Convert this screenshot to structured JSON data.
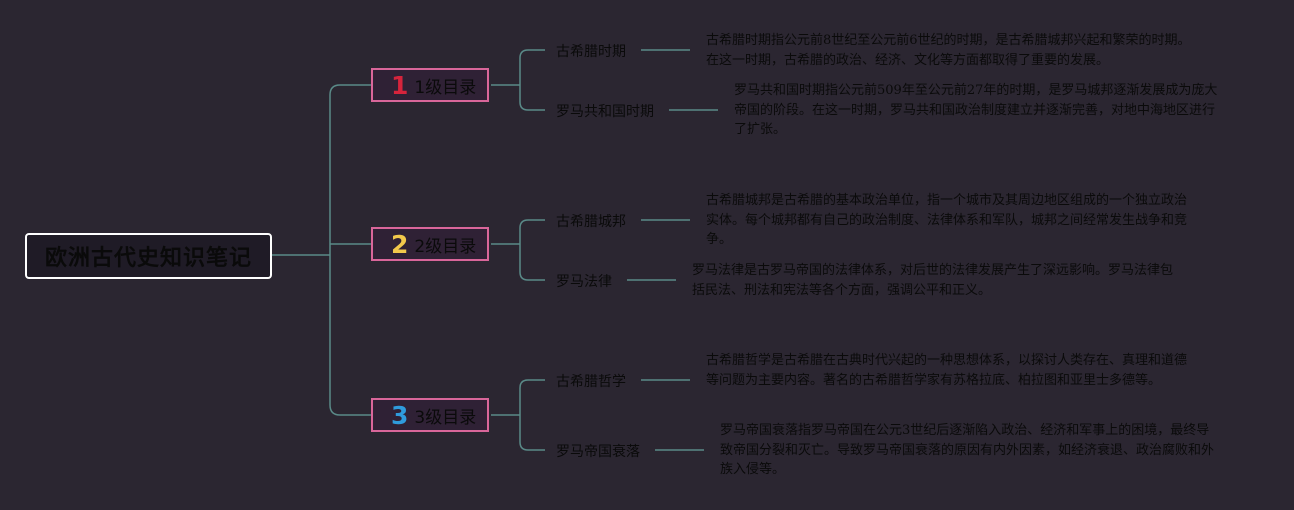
{
  "root": {
    "title": "欧洲古代史知识笔记"
  },
  "sections": [
    {
      "number": "1",
      "number_color": "#d6243c",
      "label": "1级目录",
      "topics": [
        {
          "title": "古希腊时期",
          "desc": "古希腊时期指公元前8世纪至公元前6世纪的时期，是古希腊城邦兴起和繁荣的时期。在这一时期，古希腊的政治、经济、文化等方面都取得了重要的发展。"
        },
        {
          "title": "罗马共和国时期",
          "desc": "罗马共和国时期指公元前509年至公元前27年的时期，是罗马城邦逐渐发展成为庞大帝国的阶段。在这一时期，罗马共和国政治制度建立并逐渐完善，对地中海地区进行了扩张。"
        }
      ]
    },
    {
      "number": "2",
      "number_color": "#f2c84b",
      "label": "2级目录",
      "topics": [
        {
          "title": "古希腊城邦",
          "desc": "古希腊城邦是古希腊的基本政治单位，指一个城市及其周边地区组成的一个独立政治实体。每个城邦都有自己的政治制度、法律体系和军队，城邦之间经常发生战争和竞争。"
        },
        {
          "title": "罗马法律",
          "desc": "罗马法律是古罗马帝国的法律体系，对后世的法律发展产生了深远影响。罗马法律包括民法、刑法和宪法等各个方面，强调公平和正义。"
        }
      ]
    },
    {
      "number": "3",
      "number_color": "#2f9bdc",
      "label": "3级目录",
      "topics": [
        {
          "title": "古希腊哲学",
          "desc": "古希腊哲学是古希腊在古典时代兴起的一种思想体系，以探讨人类存在、真理和道德等问题为主要内容。著名的古希腊哲学家有苏格拉底、柏拉图和亚里士多德等。"
        },
        {
          "title": "罗马帝国衰落",
          "desc": "罗马帝国衰落指罗马帝国在公元3世纪后逐渐陷入政治、经济和军事上的困境，最终导致帝国分裂和灭亡。导致罗马帝国衰落的原因有内外因素，如经济衰退、政治腐败和外族入侵等。"
        }
      ]
    }
  ]
}
